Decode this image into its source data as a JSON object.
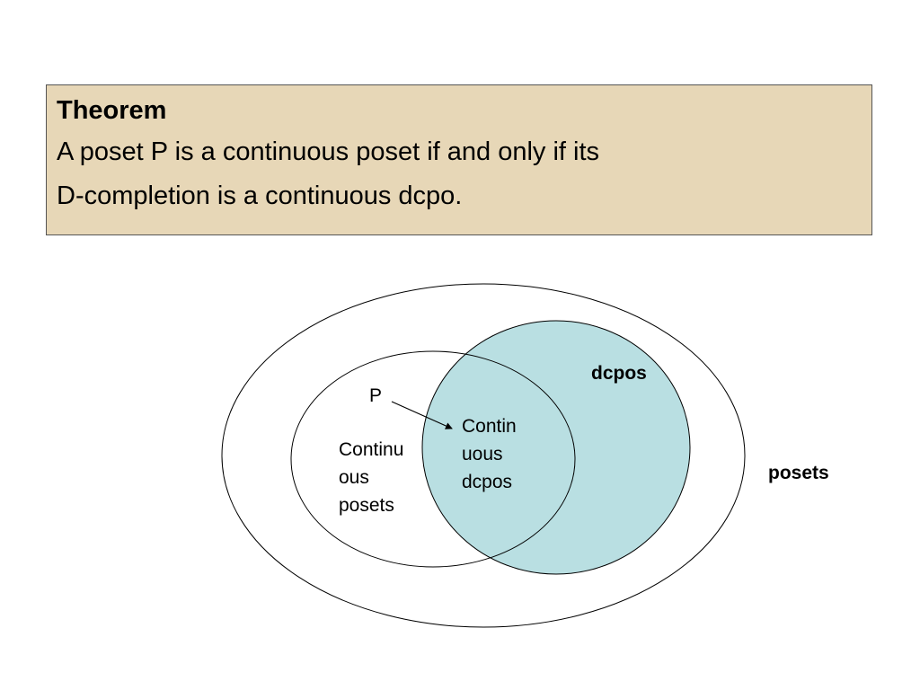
{
  "theorem": {
    "title": "Theorem",
    "line1": "A poset P is a continuous poset if and only if its",
    "line2": "D-completion is a continuous dcpo."
  },
  "diagram": {
    "outer_label": "posets",
    "dcpo_label": "dcpos",
    "continuous_posets_lines": [
      "Continu",
      "ous",
      "posets"
    ],
    "continuous_dcpos_lines": [
      "Contin",
      "uous",
      "dcpos"
    ],
    "point_label": "P"
  },
  "colors": {
    "theorem_background": "#e7d7b7",
    "dcpo_fill": "#b9dfe2",
    "stroke": "#000000"
  }
}
